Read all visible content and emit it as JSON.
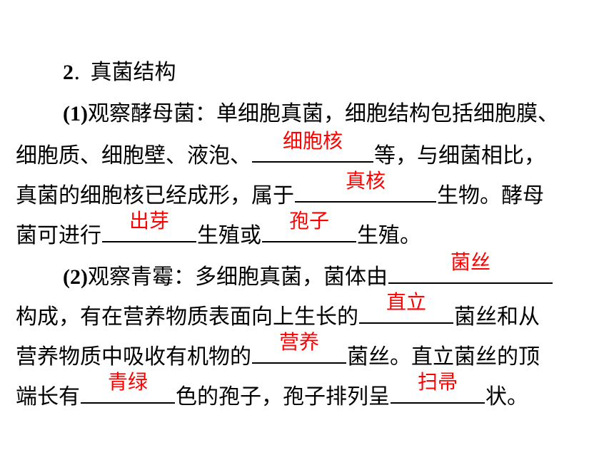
{
  "heading": {
    "num": "2",
    "sep": ".",
    "title": "真菌结构"
  },
  "p1": {
    "label": "(1)",
    "l1": "观察酵母菌：单细胞真菌，细胞结构包括细胞膜、",
    "l2a": "细胞质、细胞壁、液泡、",
    "a1": "细胞核",
    "l2b": "等，与细菌相比，",
    "l3a": "真菌的细胞核已经成形，属于",
    "a2": "真核",
    "l3b": "生物。酵母",
    "l4a": "菌可进行",
    "a3": "出芽",
    "l4b": "生殖或",
    "a4": "孢子",
    "l4c": "生殖。"
  },
  "p2": {
    "label": "(2)",
    "l1a": "观察青霉：多细胞真菌，菌体由",
    "a5": "菌丝",
    "l2a": "构成，有在营养物质表面向上生长的",
    "a6": "直立",
    "l2b": "菌丝和从",
    "l3a": "营养物质中吸收有机物的",
    "a7": "营养",
    "l3b": "菌丝。直立菌丝的顶",
    "l4a": "端长有",
    "a8": "青绿",
    "l4b": "色的孢子，孢子排列呈",
    "a9": "扫帚",
    "l4c": "状。"
  }
}
